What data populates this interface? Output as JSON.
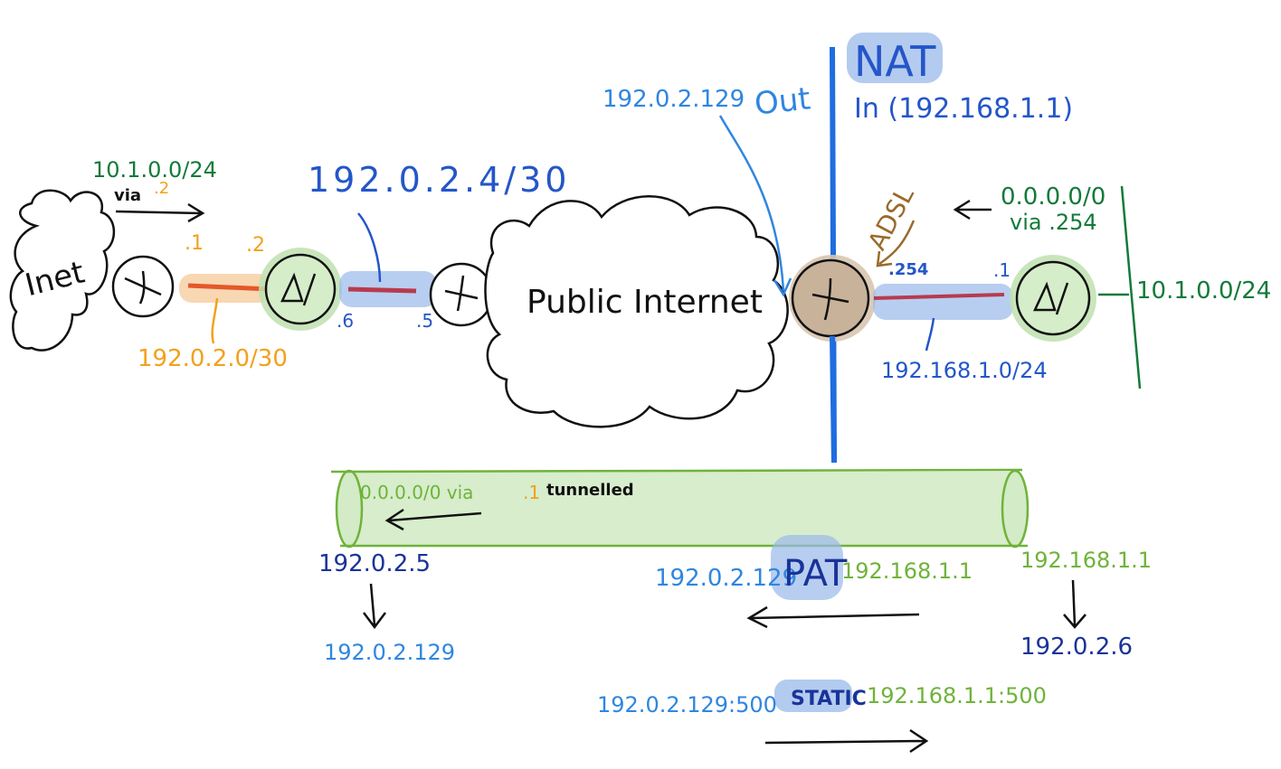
{
  "colors": {
    "blue": "#2456c9",
    "light_blue": "#2f86e0",
    "orange": "#f2a11c",
    "dark_green": "#137a3a",
    "light_green": "#6fb33a",
    "navy": "#1a3399",
    "brown": "#9a6a2b",
    "link_red": "#b83a4e",
    "link_orange": "#e4582a",
    "nat_line": "#1f6de0"
  },
  "left": {
    "cloud_label": "Inet",
    "route_prefix": "10.1.0.0/24",
    "route_via": "via",
    "route_via_host": ".2",
    "host1": ".1",
    "host2": ".2",
    "link_subnet": "192.0.2.0/30",
    "wan_subnet": "192.0.2.4/30",
    "host_6": ".6",
    "host_5": ".5"
  },
  "middle": {
    "cloud_label": "Public Internet"
  },
  "nat": {
    "title": "NAT",
    "out_label": "Out",
    "in_label": "In (192.168.1.1)",
    "out_ip": "192.0.2.129",
    "adsl_label": "ADSL"
  },
  "right": {
    "default_route": "0.0.0.0/0",
    "default_via": "via .254",
    "host_254": ".254",
    "host_1": ".1",
    "lan_subnet": "192.168.1.0/24",
    "right_subnet": "10.1.0.0/24"
  },
  "tunnel": {
    "route_prefix": "0.0.0.0/0 via",
    "route_host": ".1",
    "route_suffix": "tunnelled"
  },
  "translations": {
    "left_from": "192.0.2.5",
    "left_to": "192.0.2.129",
    "pat_out": "192.0.2.129",
    "pat_label": "PAT",
    "pat_in": "192.168.1.1",
    "right_from": "192.168.1.1",
    "right_to": "192.0.2.6",
    "static_out": "192.0.2.129:500",
    "static_label": "STATIC",
    "static_in": "192.168.1.1:500"
  },
  "icons": {
    "router_left": "router-icon",
    "vpn_left": "vpn-gateway-icon",
    "router_middle": "router-icon",
    "router_nat": "router-icon",
    "vpn_right": "vpn-gateway-icon"
  }
}
